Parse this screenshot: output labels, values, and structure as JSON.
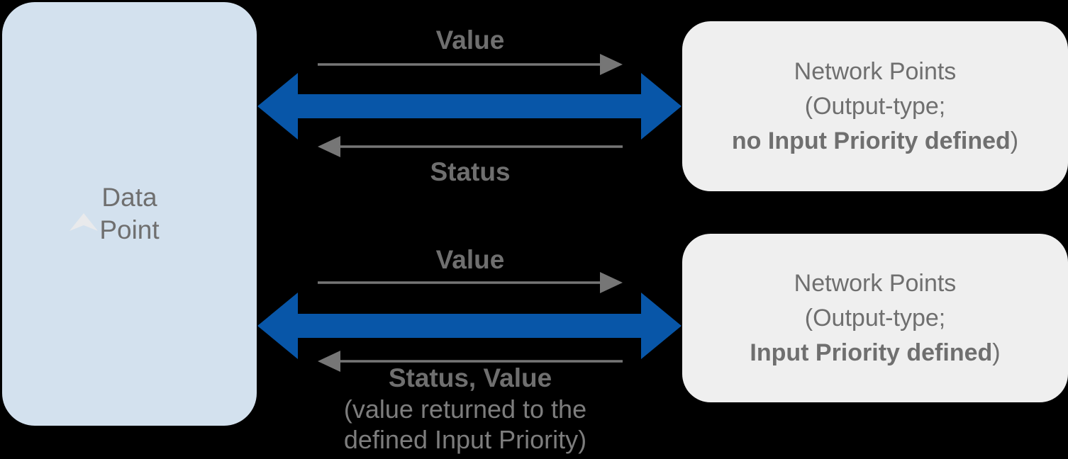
{
  "colors": {
    "background": "#000000",
    "data_point_box_bg": "#d3e1ee",
    "network_box_bg": "#efefef",
    "arrow_blue": "#0856a8",
    "arrow_gray": "#767676",
    "label_gray": "#6f6f6f",
    "note_gray": "#7d7d7d",
    "cursor_fill": "#e9eaec"
  },
  "data_point_box": {
    "line1": "Data",
    "line2": "Point"
  },
  "top_flow": {
    "forward_label": "Value",
    "reverse_label": "Status"
  },
  "top_network_box": {
    "line1": "Network Points",
    "line2": "(Output-type;",
    "line3_bold": "no Input Priority defined",
    "line3_suffix": ")"
  },
  "bottom_flow": {
    "forward_label": "Value",
    "reverse_label": "Status, Value",
    "note_line1": "(value returned to the",
    "note_line2": "defined Input Priority)"
  },
  "bottom_network_box": {
    "line1": "Network Points",
    "line2": "(Output-type;",
    "line3_bold": "Input Priority defined",
    "line3_suffix": ")"
  }
}
